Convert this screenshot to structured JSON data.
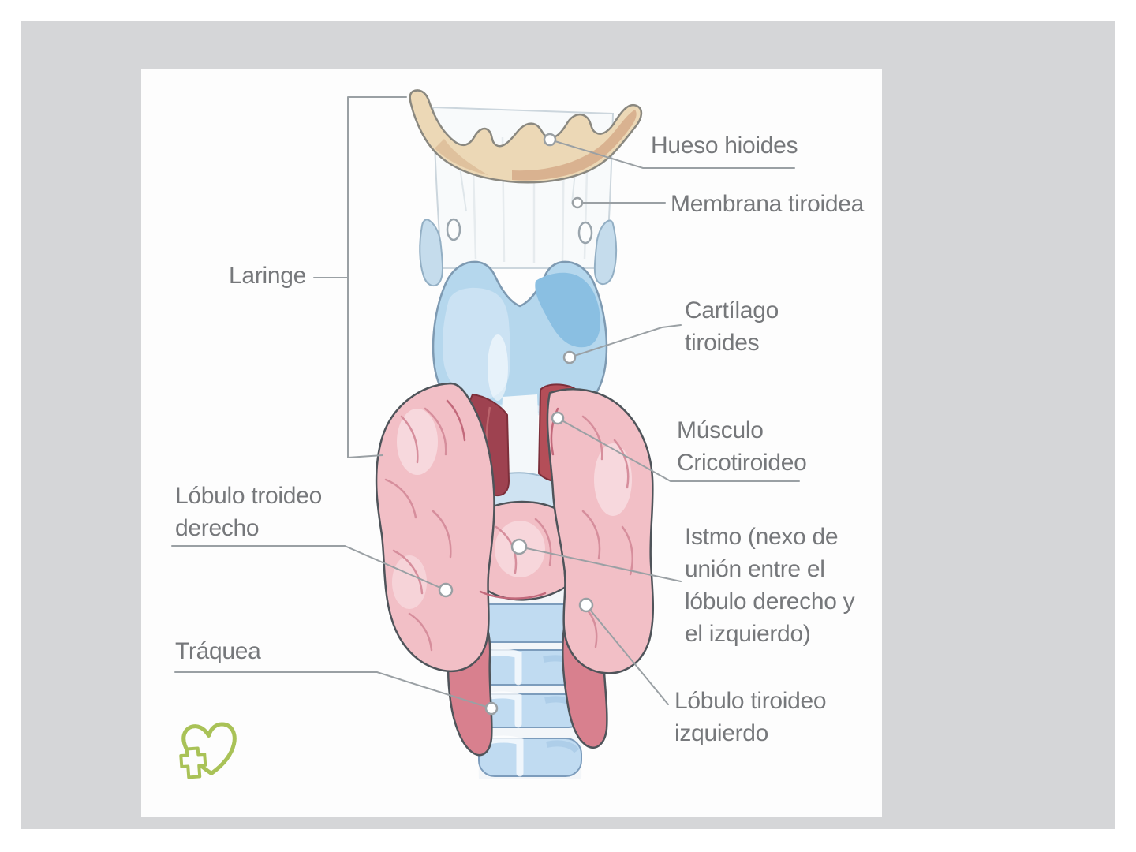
{
  "diagram": {
    "subject": "thyroid-larynx-anatomy",
    "labels": [
      {
        "id": "hueso-hioides",
        "text": "Hueso hioides"
      },
      {
        "id": "membrana-tiroidea",
        "text": "Membrana tiroidea"
      },
      {
        "id": "laringe",
        "text": "Laringe"
      },
      {
        "id": "cartilago-tiroides",
        "text": "Cartílago\ntiroides"
      },
      {
        "id": "musculo-cricotiroideo",
        "text": "Músculo\nCricotiroideo"
      },
      {
        "id": "lobulo-troideo-derecho",
        "text": "Lóbulo troideo\nderecho"
      },
      {
        "id": "istmo",
        "text": "Istmo (nexo de\nunión entre el\nlóbulo derecho y\nel izquierdo)"
      },
      {
        "id": "lobulo-tiroideo-izquierdo",
        "text": "Lóbulo tiroideo\nizquierdo"
      },
      {
        "id": "traquea",
        "text": "Tráquea"
      }
    ],
    "icons": [
      {
        "name": "heart-cross-logo",
        "color": "#a9c257"
      }
    ],
    "colors": {
      "slide_background": "#d5d6d8",
      "panel_background": "#fdfdfd",
      "label_text": "#76787b",
      "leader_line": "#9aa0a4",
      "hyoid_bone": "#ecd8b6",
      "membrane": "#f8fafb",
      "thyroid_cartilage": "#b5d7ed",
      "cricothyroid_muscle": "#ab4752",
      "thyroid_gland": "#f2bfc6",
      "thyroid_gland_tail": "#d8808e",
      "trachea_ring": "#c0dbf1",
      "logo_green": "#a9c257"
    }
  }
}
